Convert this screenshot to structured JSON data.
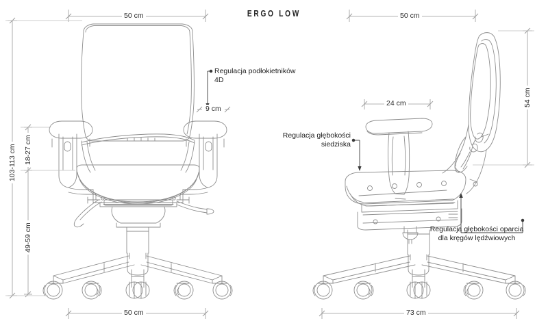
{
  "drawing": {
    "title": "ERGO LOW",
    "product": "office chair technical drawing",
    "views": [
      {
        "name": "front-view",
        "label": "front"
      },
      {
        "name": "side-view",
        "label": "side"
      }
    ]
  },
  "dimensions": {
    "front_top_width": "50 cm",
    "front_bottom_width": "50 cm",
    "front_armrest_width": "9 cm",
    "total_height": "103-113 cm",
    "armrest_height": "18-27 cm",
    "seat_height": "49-59 cm",
    "side_top_width": "50 cm",
    "side_seat_depth": "24 cm",
    "side_backrest_height": "54 cm",
    "side_base_width": "73 cm"
  },
  "annotations": {
    "armrest": {
      "line1": "Regulacja podłokietników",
      "line2": "4D"
    },
    "seat_depth": {
      "line1": "Regulacja głębokości",
      "line2": "siedziska"
    },
    "lumbar": {
      "line1": "Regulacja głębokości oparcia",
      "line2": "dla kręgów lędźwiowych"
    }
  },
  "colors": {
    "line": "#8d8d8d",
    "dimension_line": "#9a9a9a",
    "text": "#1d1d1d",
    "background": "#ffffff"
  }
}
